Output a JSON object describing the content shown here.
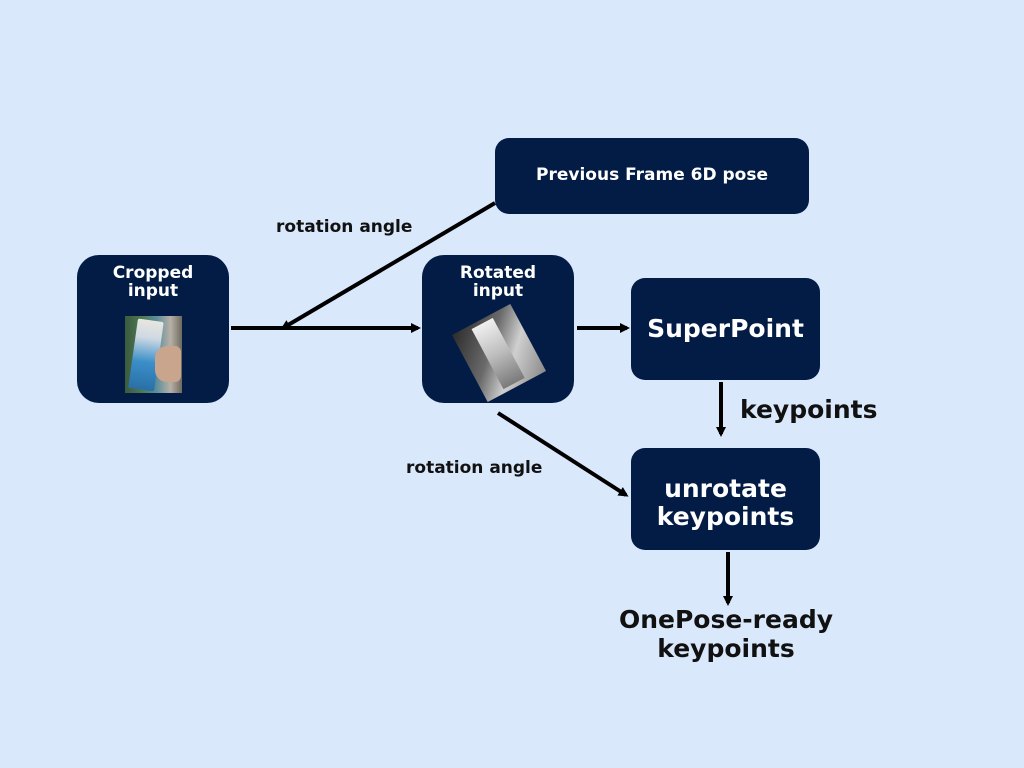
{
  "nodes": {
    "cropped_input": {
      "line1": "Cropped",
      "line2": "input",
      "image": "cropped-carton-thumbnail"
    },
    "rotated_input": {
      "line1": "Rotated",
      "line2": "input",
      "image": "rotated-grayscale-carton-thumbnail"
    },
    "previous_frame": {
      "label": "Previous Frame 6D pose"
    },
    "superpoint": {
      "label": "SuperPoint"
    },
    "unrotate": {
      "line1": "unrotate",
      "line2": "keypoints"
    }
  },
  "edge_labels": {
    "rotation_angle_top": "rotation angle",
    "rotation_angle_bottom": "rotation angle",
    "keypoints": "keypoints"
  },
  "output": {
    "line1": "OnePose-ready",
    "line2": "keypoints"
  },
  "colors": {
    "background": "#dae8fc",
    "node_fill": "#031c46",
    "node_text": "#ffffff",
    "arrow": "#000000"
  }
}
